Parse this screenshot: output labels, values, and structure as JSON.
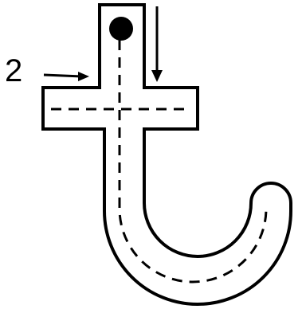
{
  "figure": {
    "letter": "t",
    "stroke_order_label": "2",
    "colors": {
      "outline": "#000000",
      "fill": "#ffffff",
      "guide_line": "#000000",
      "start_dot": "#000000",
      "arrow": "#000000"
    },
    "icons": {
      "start": "start-dot",
      "direction": "arrow-icon"
    }
  }
}
